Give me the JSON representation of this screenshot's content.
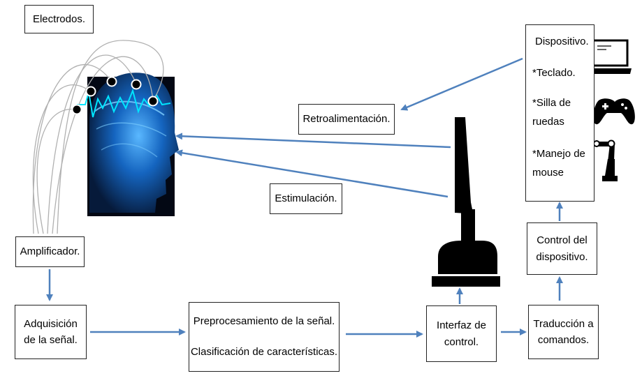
{
  "labels": {
    "electrodes": "Electrodos.",
    "amplifier": "Amplificador.",
    "acquisition": [
      "Adquisición",
      "de la señal."
    ],
    "preprocessing": "Preprocesamiento de la señal.",
    "classification": "Clasificación de características.",
    "control_interface": [
      "Interfaz de",
      "control."
    ],
    "translation": [
      "Traducción a",
      "comandos."
    ],
    "device_control": [
      "Control del",
      "dispositivo."
    ],
    "feedback": "Retroalimentación.",
    "stimulation": "Estimulación."
  },
  "device": {
    "title": "Dispositivo.",
    "keyboard": "*Teclado.",
    "wheelchair": [
      "*Silla de",
      "ruedas"
    ],
    "mouse": [
      "*Manejo de",
      "mouse"
    ]
  },
  "icons": [
    "head-brain-icon",
    "electrode-icon",
    "monitor-icon",
    "laptop-icon",
    "gamepad-icon",
    "robot-arm-icon"
  ],
  "colors": {
    "arrow": "#4f81bd",
    "border": "#222222",
    "brain_glow": "#1e90ff",
    "wire": "#aaaaaa"
  }
}
